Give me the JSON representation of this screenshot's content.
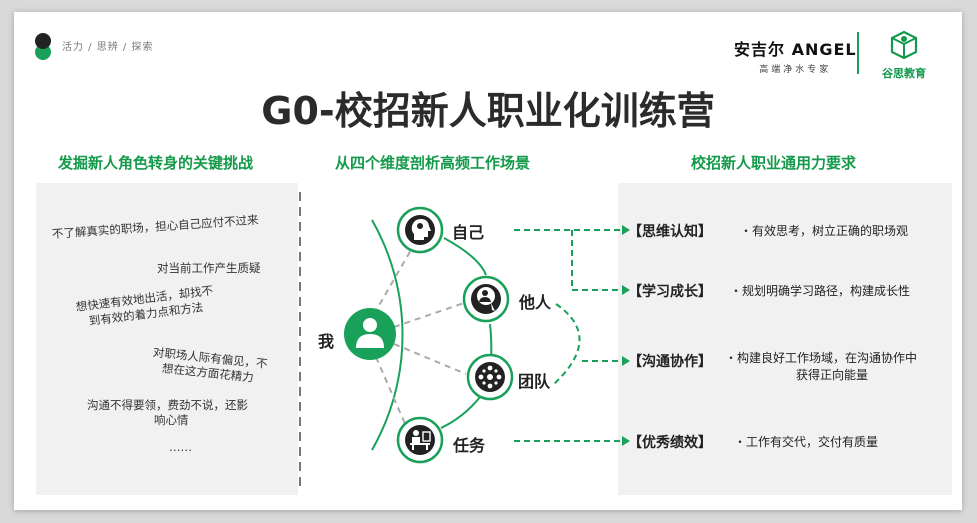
{
  "header": {
    "tagline": "活力 / 思辨 / 探索",
    "brand_name": "安吉尔 ANGEL",
    "brand_sub": "高端净水专家",
    "brand2_name": "谷思教育"
  },
  "title": "G0-校招新人职业化训练营",
  "columns": {
    "left_heading": "发掘新人角色转身的关键挑战",
    "middle_heading": "从四个维度剖析高频工作场景",
    "right_heading": "校招新人职业通用力要求"
  },
  "challenges": [
    "不了解真实的职场，担心自己应付不过来",
    "对当前工作产生质疑",
    "想快速有效地出活，却找不",
    "到有效的着力点和方法",
    "对职场人际有偏见，不",
    "想在这方面花精力",
    "沟通不得要领，费劲不说，还影",
    "响心情",
    "……"
  ],
  "diagram": {
    "center_label": "我",
    "nodes": [
      {
        "label": "自己",
        "icon": "head-brain-icon"
      },
      {
        "label": "他人",
        "icon": "person-profile-icon"
      },
      {
        "label": "团队",
        "icon": "team-icon"
      },
      {
        "label": "任务",
        "icon": "desk-worker-icon"
      }
    ],
    "accent_color": "#19a15a"
  },
  "requirements": [
    {
      "tag": "【思维认知】",
      "desc": [
        "・有效思考，树立正确的职场观"
      ]
    },
    {
      "tag": "【学习成长】",
      "desc": [
        "・规划明确学习路径，构建成长性"
      ]
    },
    {
      "tag": "【沟通协作】",
      "desc": [
        "・构建良好工作场域，在沟通协作中",
        "获得正向能量"
      ]
    },
    {
      "tag": "【优秀绩效】",
      "desc": [
        "・工作有交代，交付有质量"
      ]
    }
  ]
}
